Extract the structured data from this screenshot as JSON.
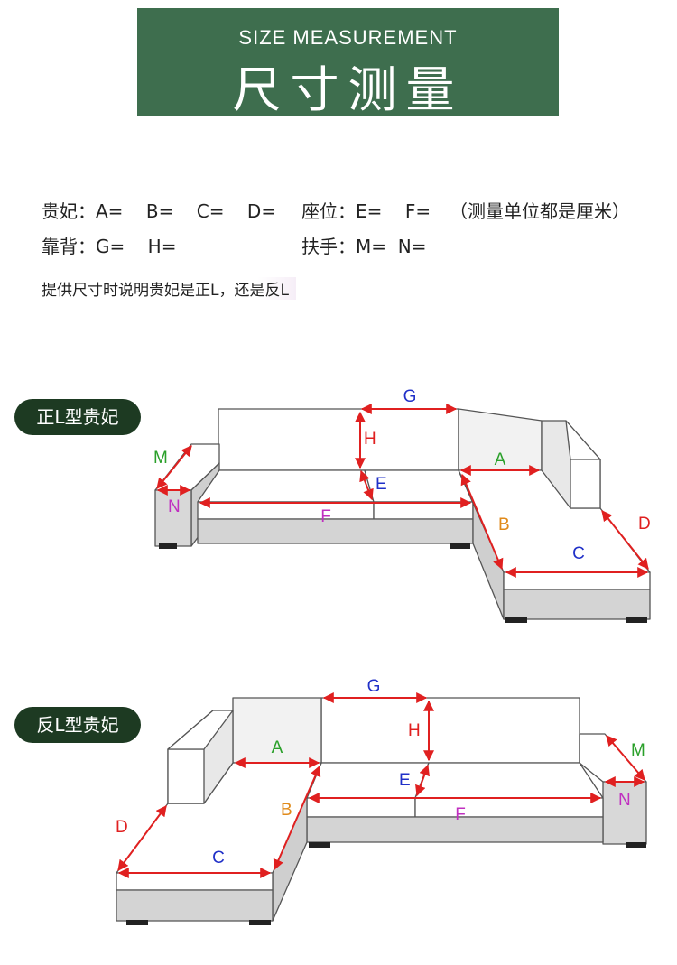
{
  "banner": {
    "title_en": "SIZE MEASUREMENT",
    "title_zh": "尺寸测量"
  },
  "measure": {
    "chaise_line": "贵妃：A=    B=    C=    D=",
    "seat_line": "座位：E=    F=",
    "unit_note": "（测量单位都是厘米）",
    "back_line": "靠背：G=    H=",
    "arm_line": "扶手：M=  N=",
    "note": "提供尺寸时说明贵妃是正L，还是反L"
  },
  "diagrams": {
    "right": {
      "pill": "正L型贵妃"
    },
    "left": {
      "pill": "反L型贵妃"
    }
  },
  "labels": {
    "A": "A",
    "B": "B",
    "C": "C",
    "D": "D",
    "E": "E",
    "F": "F",
    "G": "G",
    "H": "H",
    "M": "M",
    "N": "N"
  },
  "colors": {
    "banner": "#3e6e4e",
    "pill": "#1d3a22",
    "arrow": "#e02020",
    "label_A": "#2aa02a",
    "label_B": "#e08a1a",
    "label_C": "#2030c8",
    "label_D": "#e02020",
    "label_E": "#2030c8",
    "label_F": "#c030c0",
    "label_G": "#2030c8",
    "label_H": "#e02020",
    "label_M": "#2aa02a",
    "label_N": "#c030c0"
  }
}
